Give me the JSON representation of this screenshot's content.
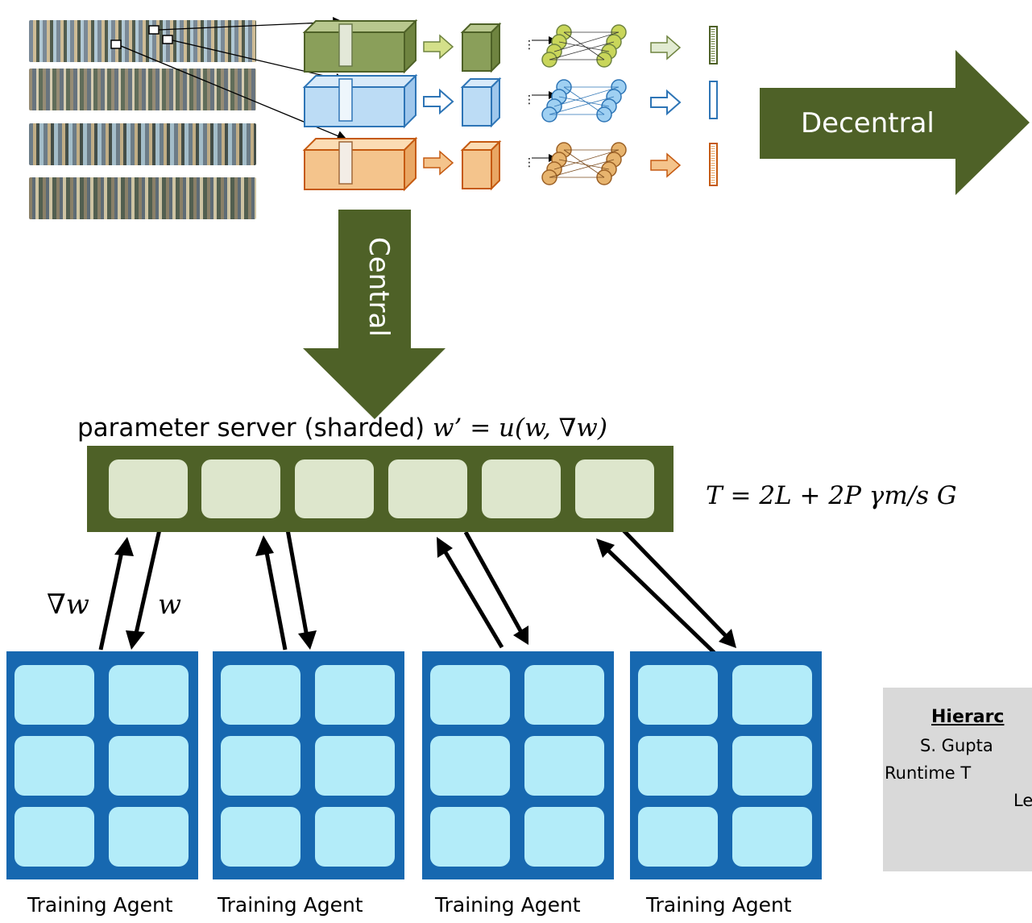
{
  "decentral_label": "Decentral",
  "central_label": "Central",
  "parameter_server": {
    "title_text": "parameter server (sharded)",
    "update_rule": "w’ = u(w, ∇w)",
    "shards": 6
  },
  "grad_label": "∇w",
  "weight_label": "w",
  "cost_formula": "T = 2L + 2P γm/s G",
  "agents": [
    {
      "label": "Training Agent"
    },
    {
      "label": "Training Agent"
    },
    {
      "label": "Training Agent"
    },
    {
      "label": "Training Agent"
    }
  ],
  "reference": {
    "title": "Hierarc",
    "line1": "S. Gupta",
    "line2": "Runtime T",
    "line3": "Le"
  },
  "colors": {
    "dark_green": "#4e6127",
    "shard_fill": "#dde6cc",
    "agent_blue": "#1768b0",
    "core_fill": "#b3ecf9",
    "green_block": "#8a9f5a",
    "blue_block": "#bcdcf5",
    "orange_block": "#f4c48c"
  }
}
